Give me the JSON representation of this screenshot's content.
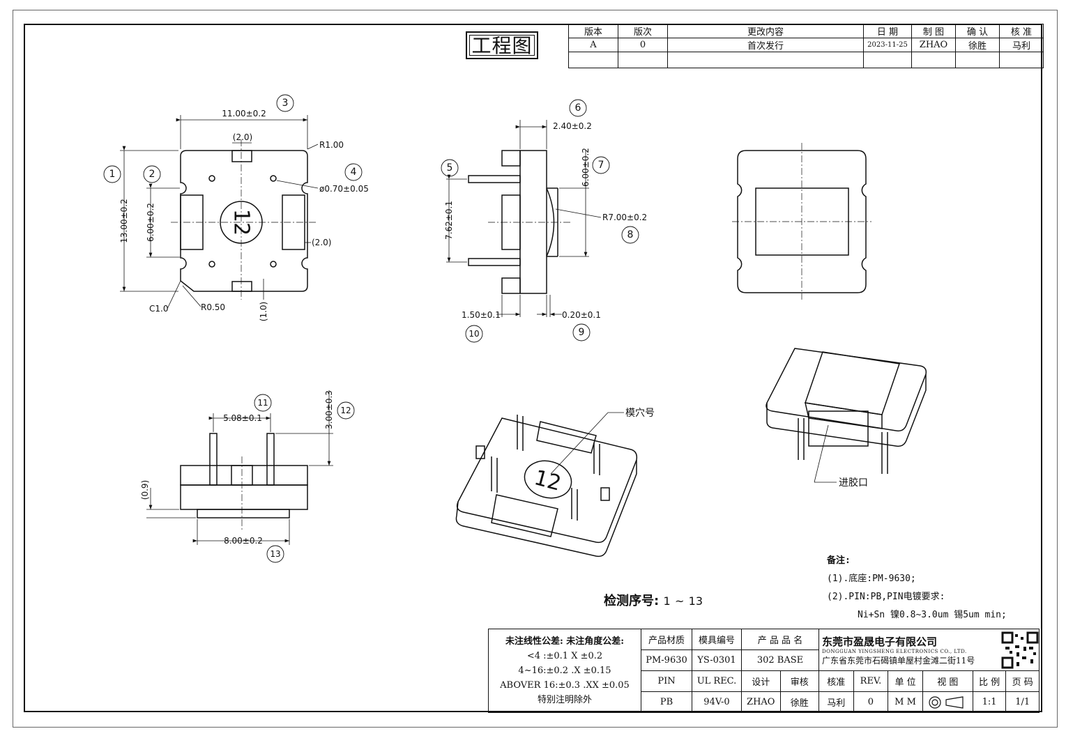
{
  "title": "工程图",
  "revision_table": {
    "headers": [
      "版本",
      "版次",
      "更改内容",
      "日 期",
      "制 图",
      "确 认",
      "核 准"
    ],
    "rows": [
      [
        "A",
        "0",
        "首次发行",
        "2023-11-25",
        "ZHAO",
        "徐胜",
        "马利"
      ]
    ]
  },
  "dimensions": {
    "d1": "13.00±0.2",
    "d2": "6.00±0.2",
    "d3": "11.00±0.2",
    "d4": "ø0.70±0.05",
    "d5": "7.62±0.1",
    "d6": "2.40±0.2",
    "d7": "6.00±0.2",
    "d8": "R7.00±0.2",
    "d9": "0.20±0.1",
    "d10": "1.50±0.1",
    "d11": "5.08±0.1",
    "d12": "3.00±0.3",
    "d13": "8.00±0.2",
    "ref_top_slot": "(2.0)",
    "ref_side_slot": "(2.0)",
    "ref_bottom": "(1.0)",
    "ref_height": "(0.9)",
    "radius_corner": "R1.00",
    "chamfer": "C1.0",
    "radius_small": "R0.50"
  },
  "balloons": [
    "1",
    "2",
    "3",
    "4",
    "5",
    "6",
    "7",
    "8",
    "9",
    "10",
    "11",
    "12",
    "13"
  ],
  "cavity_mark": "12",
  "callouts": {
    "cavity_no": "模穴号",
    "gate": "进胶口"
  },
  "notes": {
    "title": "备注:",
    "line1": "(1).底座:PM-9630;",
    "line2": "(2).PIN:PB,PIN电镀要求:",
    "line3": "Ni+Sn 镍0.8~3.0um 锡5um min;"
  },
  "inspection": {
    "label": "检测序号:",
    "from": "1",
    "sep": "~",
    "to": "13"
  },
  "title_block": {
    "tol_title": "未注线性公差:   未注角度公差:",
    "tol1": "<4 :±0.1   X ±0.2",
    "tol2": "4~16:±0.2  .X ±0.15",
    "tol3": "ABOVER 16:±0.3  .XX ±0.05",
    "tol4": "特别注明除外",
    "h_material": "产品材质",
    "h_mold": "模具编号",
    "h_name": "产 品 品 名",
    "material": "PM-9630",
    "mold": "YS-0301",
    "name": "302 BASE",
    "company": "东莞市盈晟电子有限公司",
    "company_en": "DONGGUAN YINGSHENG ELECTRONICS CO., LTD.",
    "address": "广东省东莞市石碣镇单屋村金滩二街11号",
    "pin_label": "PIN",
    "ul_label": "UL REC.",
    "design_label": "设计",
    "review_label": "审核",
    "approve_label": "核准",
    "rev_label": "REV.",
    "unit_label": "单 位",
    "view_label": "视 图",
    "scale_label": "比 例",
    "page_label": "页 码",
    "pin": "PB",
    "ul": "94V-0",
    "designer": "ZHAO",
    "reviewer": "徐胜",
    "approver": "马利",
    "rev": "0",
    "unit": "M M",
    "scale": "1:1",
    "page": "1/1"
  }
}
